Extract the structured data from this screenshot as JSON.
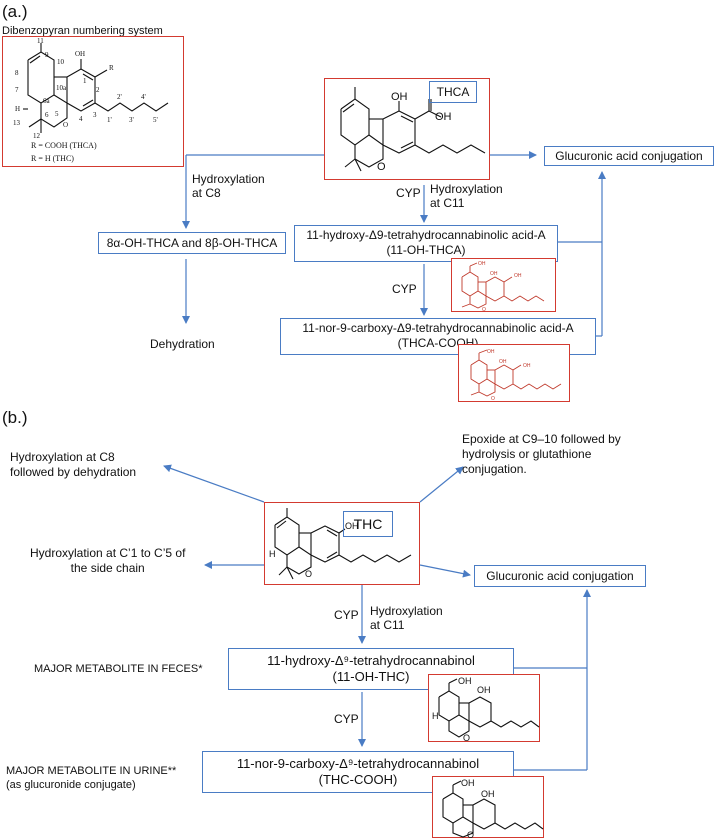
{
  "panel_a": {
    "label": "(a.)",
    "numbering": {
      "title": "Dibenzopyran numbering system",
      "r1": "R = COOH  (THCA)",
      "r2": "R = H (THC)",
      "atoms": [
        "11",
        "9",
        "10",
        "8",
        "OH",
        "1",
        "2",
        "R",
        "10a",
        "7",
        "6a",
        "1'",
        "2'",
        "3'",
        "4'",
        "5'",
        "13",
        "6",
        "5",
        "O",
        "4",
        "3",
        "12",
        "H"
      ]
    },
    "main_label": "THCA",
    "main_oh": "OH",
    "main_o": "O",
    "main_oh2": "OH",
    "hydrox_c8": "Hydroxylation\nat C8",
    "cyp1": "CYP",
    "hydrox_c11": "Hydroxylation\nat C11",
    "glucuronic": "Glucuronic acid conjugation",
    "box_8oh": "8α-OH-THCA and 8β-OH-THCA",
    "box_11oh_line1": "11-hydroxy-Δ9-tetrahydrocannabinolic acid-A",
    "box_11oh_line2": "(11-OH-THCA)",
    "cyp2": "CYP",
    "dehydration": "Dehydration",
    "box_cooh_line1": "11-nor-9-carboxy-Δ9-tetrahydrocannabinolic acid-A",
    "box_cooh_line2": "(THCA-COOH)"
  },
  "panel_b": {
    "label": "(b.)",
    "hydrox_c8_dehyd": "Hydroxylation at C8\nfollowed by dehydration",
    "epoxide": "Epoxide at C9–10 followed by\nhydrolysis or glutathione\nconjugation.",
    "main_label": "THC",
    "side_chain": "Hydroxylation at C’1 to C’5 of\nthe side chain",
    "glucuronic": "Glucuronic acid conjugation",
    "cyp1": "CYP",
    "hydrox_c11": "Hydroxylation\nat C11",
    "major_feces": "MAJOR METABOLITE IN FECES*",
    "box_11oh_line1": "11-hydroxy-Δ⁹-tetrahydrocannabinol",
    "box_11oh_line2": "(11-OH-THC)",
    "cyp2": "CYP",
    "major_urine_line1": "MAJOR METABOLITE IN URINE**",
    "major_urine_line2": "(as glucuronide conjugate)",
    "box_cooh_line1": "11-nor-9-carboxy-Δ⁹-tetrahydrocannabinol",
    "box_cooh_line2": "(THC-COOH)",
    "mol_text": {
      "oh": "OH",
      "o": "O",
      "h": "H"
    }
  },
  "colors": {
    "arrow": "#4a7cc4",
    "box_border": "#4a7cc4",
    "highlight": "#d33a30",
    "small_struct": "#c0392b"
  }
}
